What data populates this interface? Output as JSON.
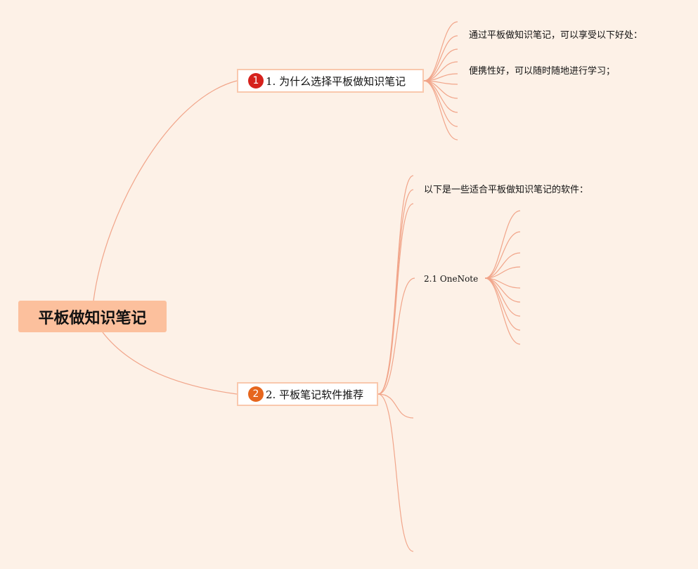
{
  "mindmap": {
    "root": {
      "label": "平板做知识笔记"
    },
    "branches": [
      {
        "badge": "1",
        "label": "1. 为什么选择平板做知识笔记",
        "children": [
          "通过平板做知识笔记，可以享受以下好处：",
          "便携性好，可以随时随地进行学习；"
        ]
      },
      {
        "badge": "2",
        "label": "2. 平板笔记软件推荐",
        "children": [
          "以下是一些适合平板做知识笔记的软件：",
          "2.1 OneNote"
        ]
      }
    ]
  },
  "colors": {
    "background": "#fdf1e7",
    "root_fill": "#fcc09d",
    "connector": "#f1a58a",
    "branch_border": "#f9c8ad",
    "badge_1": "#d6211c",
    "badge_2": "#e6661d"
  }
}
